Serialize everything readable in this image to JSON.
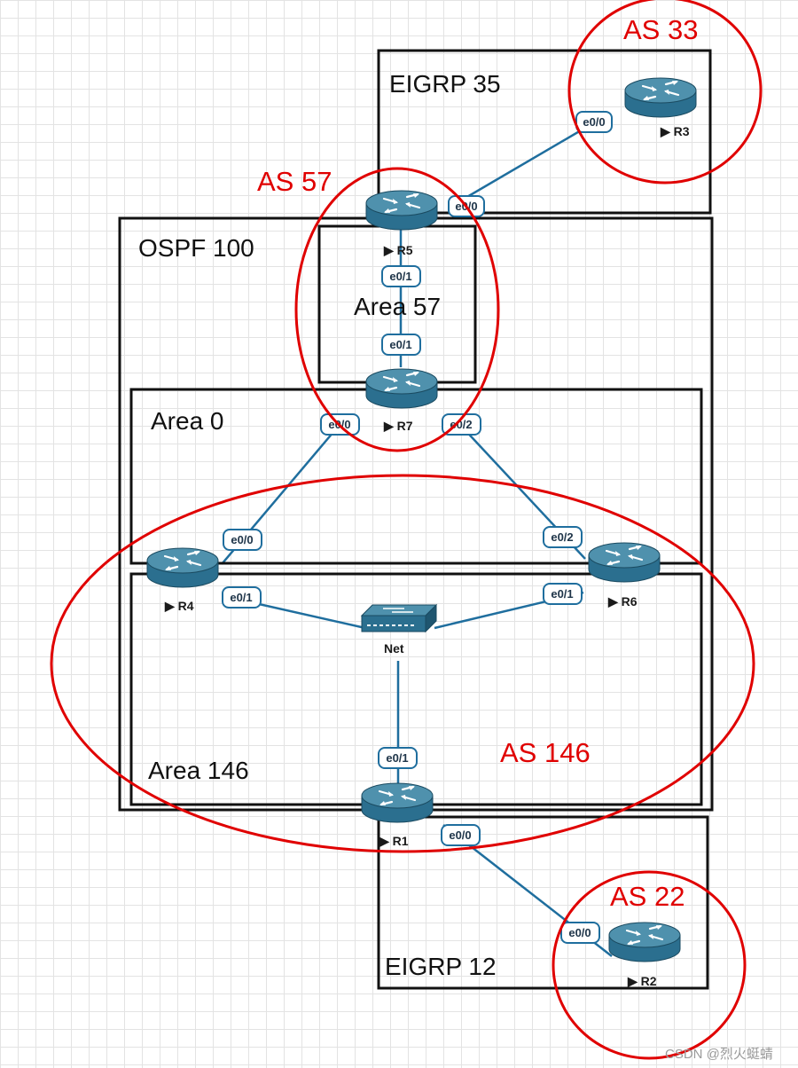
{
  "regions": {
    "eigrp35": "EIGRP  35",
    "ospf100": "OSPF 100",
    "area57": "Area 57",
    "area0": "Area 0",
    "area146": "Area 146",
    "eigrp12": "EIGRP 12"
  },
  "as_labels": {
    "as33": "AS 33",
    "as57": "AS 57",
    "as146": "AS 146",
    "as22": "AS 22"
  },
  "devices": {
    "r1": "R1",
    "r2": "R2",
    "r3": "R3",
    "r4": "R4",
    "r5": "R5",
    "r6": "R6",
    "r7": "R7",
    "net": "Net"
  },
  "ports": {
    "r3_e00": "e0/0",
    "r5_e00": "e0/0",
    "r5_e01": "e0/1",
    "r7_e01": "e0/1",
    "r7_e00": "e0/0",
    "r7_e02": "e0/2",
    "r4_e00": "e0/0",
    "r4_e01": "e0/1",
    "r6_e02": "e0/2",
    "r6_e01": "e0/1",
    "r1_e01": "e0/1",
    "r1_e00": "e0/0",
    "r2_e00": "e0/0"
  },
  "colors": {
    "link": "#1f6e9e",
    "as_ring": "#e00000",
    "router_body": "#2b6f8f",
    "router_top": "#4f91ad"
  },
  "watermark": "CSDN @烈火蜓蜻"
}
